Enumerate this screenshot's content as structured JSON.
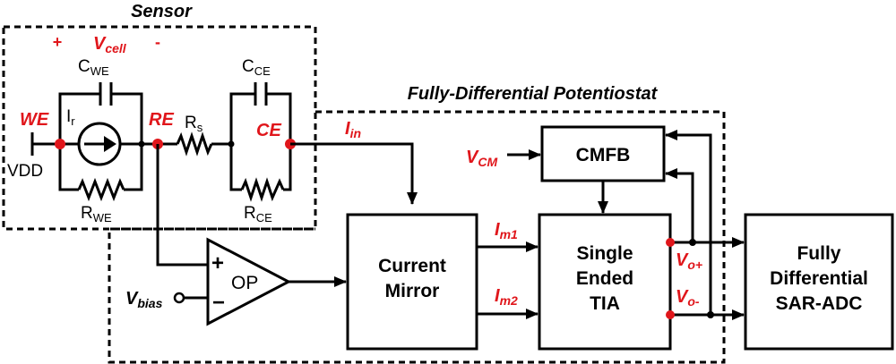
{
  "colors": {
    "accent_red": "#e0161b",
    "ink": "#000000"
  },
  "groups": {
    "sensor_title": "Sensor",
    "potentiostat_title": "Fully-Differential Potentiostat"
  },
  "sensor": {
    "plus": "+",
    "vcell_main": "V",
    "vcell_sub": "cell",
    "minus": "-",
    "cwe_main": "C",
    "cwe_sub": "WE",
    "ir_main": "I",
    "ir_sub": "r",
    "we_label": "WE",
    "re_label": "RE",
    "rs_main": "R",
    "rs_sub": "s",
    "cce_main": "C",
    "cce_sub": "CE",
    "ce_label": "CE",
    "vdd": "VDD",
    "rwe_main": "R",
    "rwe_sub": "WE",
    "rce_main": "R",
    "rce_sub": "CE"
  },
  "signals": {
    "iin_main": "I",
    "iin_sub": "in",
    "vcm_main": "V",
    "vcm_sub": "CM",
    "im1_main": "I",
    "im1_sub": "m1",
    "im2_main": "I",
    "im2_sub": "m2",
    "vop_main": "V",
    "vop_sub": "o+",
    "von_main": "V",
    "von_sub": "o-",
    "vbias_main": "V",
    "vbias_sub": "bias"
  },
  "opamp": {
    "plus": "+",
    "minus": "−",
    "label": "OP"
  },
  "blocks": {
    "cmfb": "CMFB",
    "current_mirror_l1": "Current",
    "current_mirror_l2": "Mirror",
    "tia_l1": "Single",
    "tia_l2": "Ended",
    "tia_l3": "TIA",
    "adc_l1": "Fully",
    "adc_l2": "Differential",
    "adc_l3": "SAR-ADC"
  }
}
